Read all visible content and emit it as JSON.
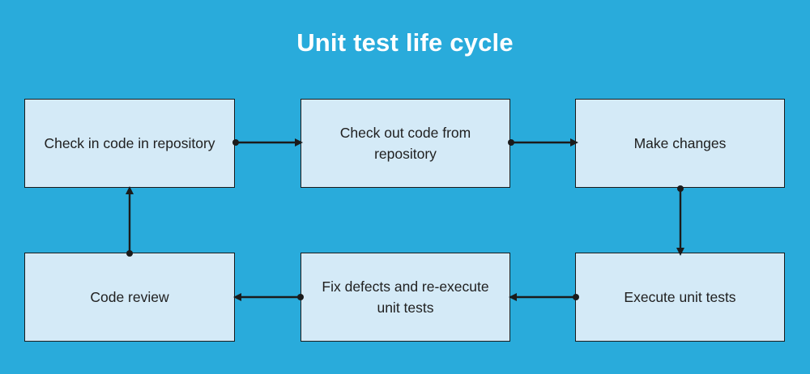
{
  "diagram": {
    "title": "Unit test life cycle",
    "background_color": "#29abdb",
    "node_fill_color": "#d4eaf7",
    "node_border_color": "#1b1b1b",
    "title_color": "#ffffff",
    "edge_color": "#1b1b1b",
    "nodes": [
      {
        "id": "check-in-code",
        "label": "Check in code in repository"
      },
      {
        "id": "check-out-code",
        "label": "Check out code from repository"
      },
      {
        "id": "make-changes",
        "label": "Make changes"
      },
      {
        "id": "code-review",
        "label": "Code review"
      },
      {
        "id": "fix-defects",
        "label": "Fix defects and re-execute unit tests"
      },
      {
        "id": "execute-unit-tests",
        "label": "Execute unit tests"
      }
    ],
    "edges": [
      {
        "id": "edge-check-in-to-check-out",
        "from": "check-in-code",
        "to": "check-out-code",
        "direction": "right"
      },
      {
        "id": "edge-check-out-to-make",
        "from": "check-out-code",
        "to": "make-changes",
        "direction": "right"
      },
      {
        "id": "edge-make-to-execute",
        "from": "make-changes",
        "to": "execute-unit-tests",
        "direction": "down"
      },
      {
        "id": "edge-execute-to-fix",
        "from": "execute-unit-tests",
        "to": "fix-defects",
        "direction": "left"
      },
      {
        "id": "edge-fix-to-review",
        "from": "fix-defects",
        "to": "code-review",
        "direction": "left"
      },
      {
        "id": "edge-review-to-check-in",
        "from": "code-review",
        "to": "check-in-code",
        "direction": "up"
      }
    ]
  }
}
